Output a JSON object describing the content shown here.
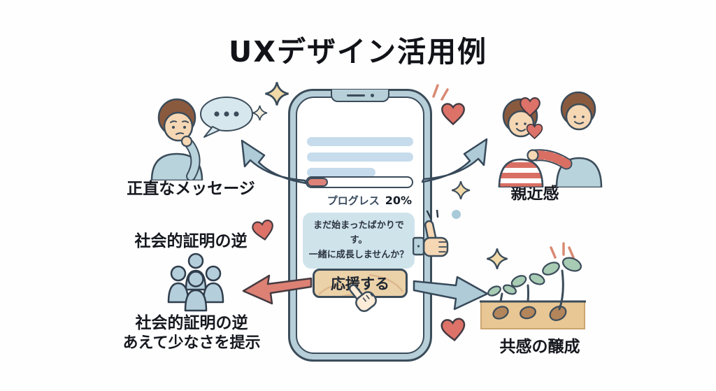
{
  "title": "UXデザイン活用例",
  "phone": {
    "progress_label": "プログレス",
    "progress_value": "20%",
    "progress_percent": 20,
    "bubble_line1": "まだ始まったばかりです。",
    "bubble_line2": "一緒に成長しませんか？",
    "support_button_label": "応援する"
  },
  "annotations": {
    "honest_message": "正直なメッセージ",
    "social_proof_reverse_top": "社会的証明の逆",
    "social_proof_reverse_bottom": "社会的証明の逆",
    "scarcity_hint": "あえて少なさを提示",
    "familiarity": "親近感",
    "empathy_cultivation": "共感の醸成"
  },
  "icons": {
    "left_top": "thinking-person-with-speech-dots",
    "left_bottom": "group-of-people",
    "right_top": "two-people-shoulder-pat-with-hearts",
    "right_bottom": "sprouts-growing-in-soil",
    "phone_side": "thumbs-up-hand",
    "button_pointer": "hand-cursor"
  },
  "colors": {
    "outline": "#3b4c5a",
    "phone_frame": "#b7cfd9",
    "skeleton_bar": "#c6dcec",
    "progress_fill": "#dd8278",
    "bubble_bg": "#cfe3eb",
    "button_bg": "#ecd2a9",
    "arrow_blue": "#aecbd7",
    "arrow_red": "#dd8175",
    "heart": "#dd7268",
    "sparkle": "#f2d9a8",
    "leaf": "#a8cbb4",
    "soil": "#e8c795",
    "skin": "#f6d7b4",
    "hair": "#8a5a3e",
    "shirt_blue": "#b9d3dd",
    "stripe_red": "#d96f63"
  }
}
